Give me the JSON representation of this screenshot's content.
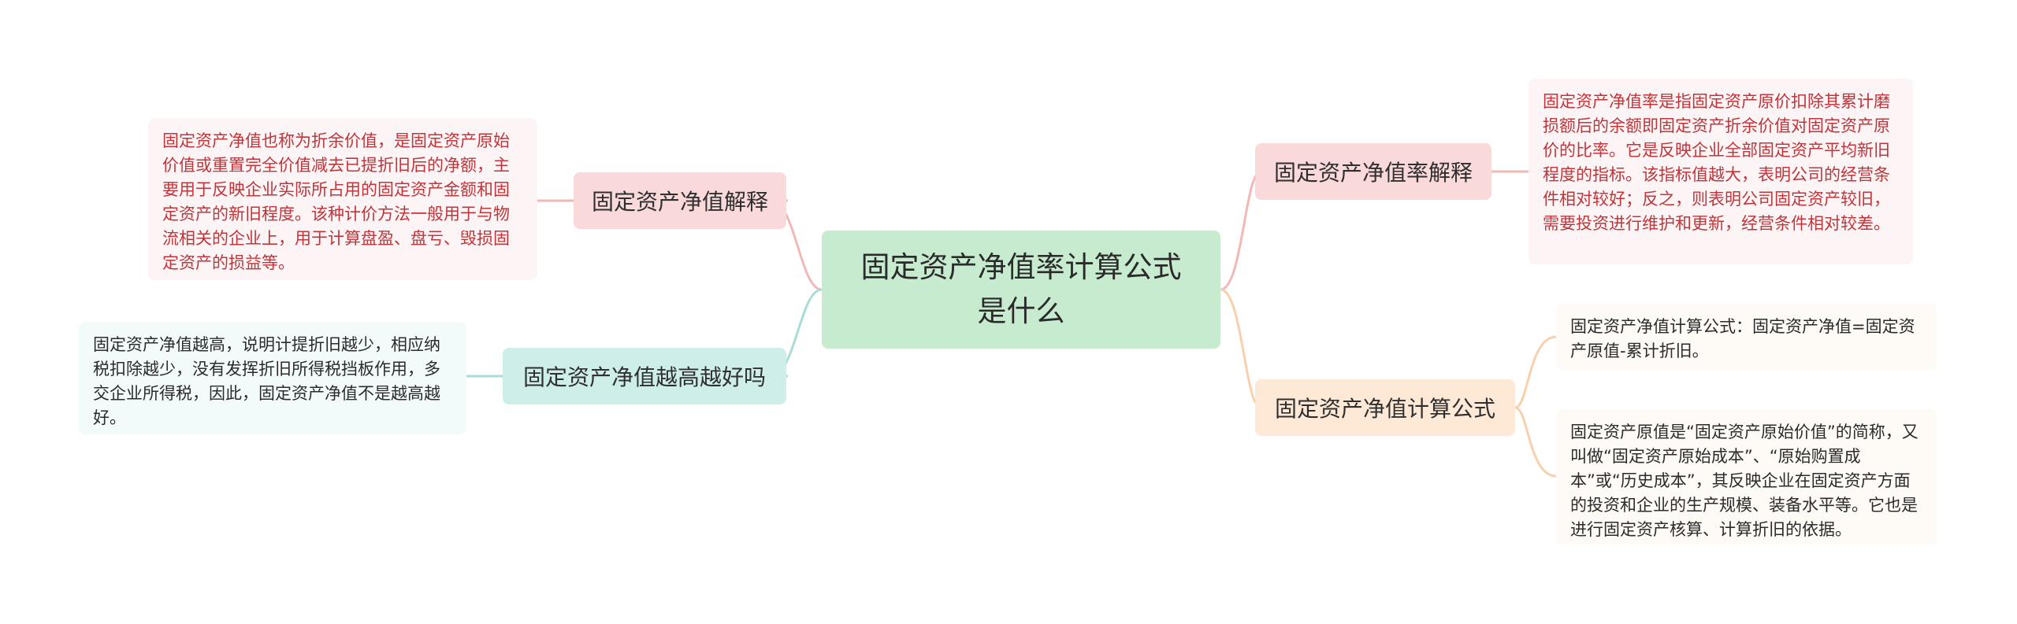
{
  "center": {
    "title": "固定资产净值率计算公式是什么"
  },
  "left": [
    {
      "label": "固定资产净值解释",
      "detail": "固定资产净值也称为折余价值，是固定资产原始价值或重置完全价值减去已提折旧后的净额，主要用于反映企业实际所占用的固定资产金额和固定资产的新旧程度。该种计价方法一般用于与物流相关的企业上，用于计算盘盈、盘亏、毁损固定资产的损益等。"
    },
    {
      "label": "固定资产净值越高越好吗",
      "detail": "固定资产净值越高，说明计提折旧越少，相应纳税扣除越少，没有发挥折旧所得税挡板作用，多交企业所得税，因此，固定资产净值不是越高越好。"
    }
  ],
  "right": [
    {
      "label": "固定资产净值率解释",
      "detail": "固定资产净值率是指固定资产原价扣除其累计磨损额后的余额即固定资产折余价值对固定资产原价的比率。它是反映企业全部固定资产平均新旧程度的指标。该指标值越大，表明公司的经营条件相对较好；反之，则表明公司固定资产较旧，需要投资进行维护和更新，经营条件相对较差。"
    },
    {
      "label": "固定资产净值计算公式",
      "details": [
        "固定资产净值计算公式：固定资产净值=固定资产原值-累计折旧。",
        "固定资产原值是“固定资产原始价值”的简称，又叫做“固定资产原始成本”、“原始购置成本”或“历史成本”，其反映企业在固定资产方面的投资和企业的生产规模、装备水平等。它也是进行固定资产核算、计算折旧的依据。"
      ]
    }
  ],
  "colors": {
    "center": "#c7ebcf",
    "branch_red": "#f9d9d9",
    "branch_teal": "#cdeee9",
    "branch_orange": "#fde9d6",
    "link_red": "#f2b8b8",
    "link_teal": "#a9ddd5",
    "link_orange": "#f8d0ab",
    "text_red": "#c0343a"
  }
}
